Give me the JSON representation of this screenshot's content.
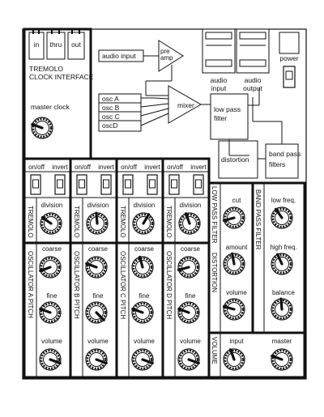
{
  "tremolo_clock": {
    "jacks": [
      "in",
      "thru",
      "out"
    ],
    "title_line1": "TREMOLO",
    "title_line2": "CLOCK INTERFACE",
    "master_clock_label": "master clock"
  },
  "audio_input_label": "audio input",
  "preamp": {
    "line1": "pre",
    "line2": "amp"
  },
  "oscillators": [
    "osc A",
    "osc B",
    "osc C",
    "oscD"
  ],
  "mixer_label": "mixer",
  "low_pass_filter": {
    "line1": "low pass",
    "line2": "filter"
  },
  "audio_jacks": {
    "input": {
      "line1": "audio",
      "line2": "input"
    },
    "output": {
      "line1": "audio",
      "line2": "output"
    }
  },
  "power_label": "power",
  "distortion_label": "distortion",
  "band_pass_filters": {
    "line1": "band pass",
    "line2": "filters"
  },
  "tremolo_channels": {
    "on_off_label": "on/off",
    "invert_label": "invert",
    "division_label": "division",
    "section_label": "TREMOLO"
  },
  "oscillator_channels": {
    "coarse_label": "coarse",
    "fine_label": "fine",
    "volume_label": "volume",
    "vertical_labels": [
      "OSCILLATOR  A  PITCH",
      "OSCILLATOR  B  PITCH",
      "OSCILLATOR  C  PITCH",
      "OSCILLATOR  D  PITCH"
    ]
  },
  "low_pass_section": {
    "vertical_label": "LOW PASS FILTER",
    "cut_label": "cut"
  },
  "distortion_section": {
    "vertical_label": "DISTORTION",
    "amount_label": "amount",
    "volume_label": "volume"
  },
  "band_pass_section": {
    "vertical_label": "BAND PASS FILTER",
    "low_freq_label": "low freq.",
    "high_freq_label": "high freq.",
    "balance_label": "balance"
  },
  "volume_section": {
    "vertical_label": "VOLUME",
    "input_label": "input",
    "master_label": "master"
  },
  "colors": {
    "ink": "#111111",
    "panel": "#ffffff",
    "knob_ring": "#111111"
  }
}
